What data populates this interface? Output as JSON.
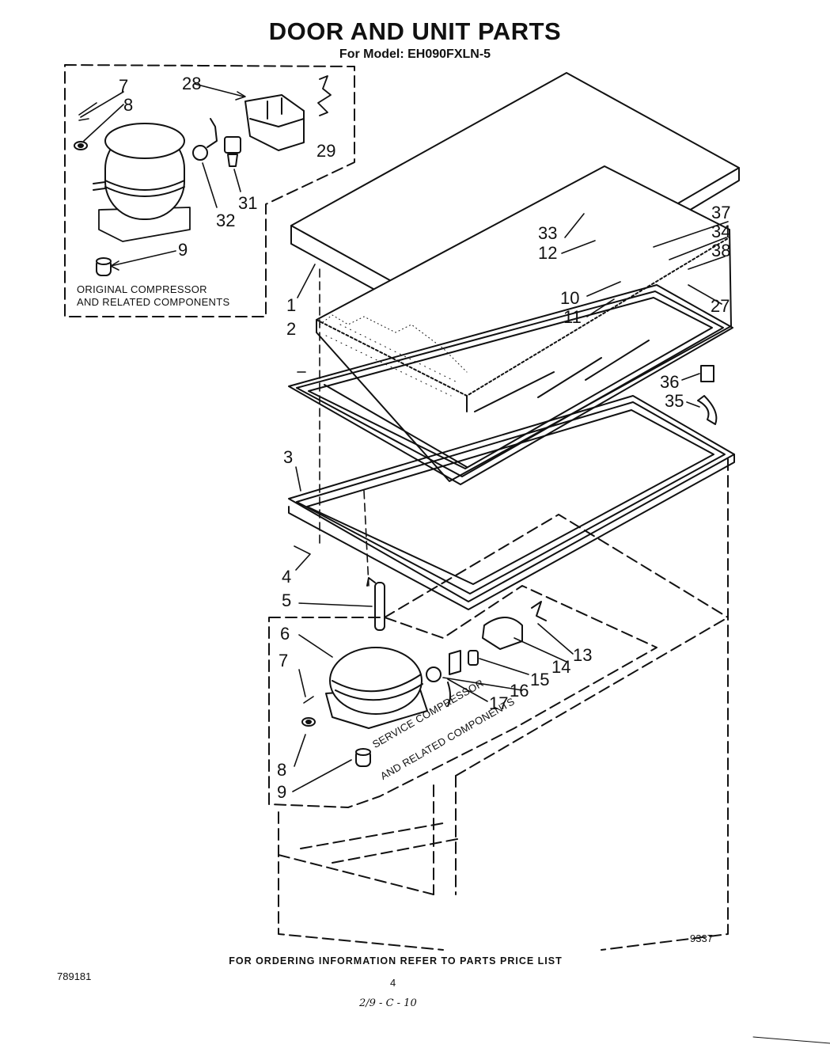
{
  "title": "DOOR AND UNIT PARTS",
  "subtitle": "For Model: EH090FXLN-5",
  "captions": {
    "original": [
      "ORIGINAL COMPRESSOR",
      "AND RELATED COMPONENTS"
    ],
    "service": [
      "SERVICE COMPRESSOR",
      "AND RELATED COMPONENTS"
    ]
  },
  "part_labels": {
    "p1": "1",
    "p2": "2",
    "p3": "3",
    "p4": "4",
    "p5": "5",
    "p6": "6",
    "p7a": "7",
    "p8a": "8",
    "p9a": "9",
    "p7b": "7",
    "p8b": "8",
    "p9b": "9",
    "p10": "10",
    "p11": "11",
    "p12": "12",
    "p13": "13",
    "p14": "14",
    "p15": "15",
    "p16": "16",
    "p17": "17",
    "p27": "27",
    "p28": "28",
    "p29": "29",
    "p31": "31",
    "p32": "32",
    "p33": "33",
    "p34": "34",
    "p35": "35",
    "p36": "36",
    "p37": "37",
    "p38": "38"
  },
  "figure_number": "9337",
  "footer": "FOR ORDERING INFORMATION REFER TO PARTS PRICE LIST",
  "doc_number": "789181",
  "page_number": "4",
  "handwritten": "2/9 - C - 10"
}
